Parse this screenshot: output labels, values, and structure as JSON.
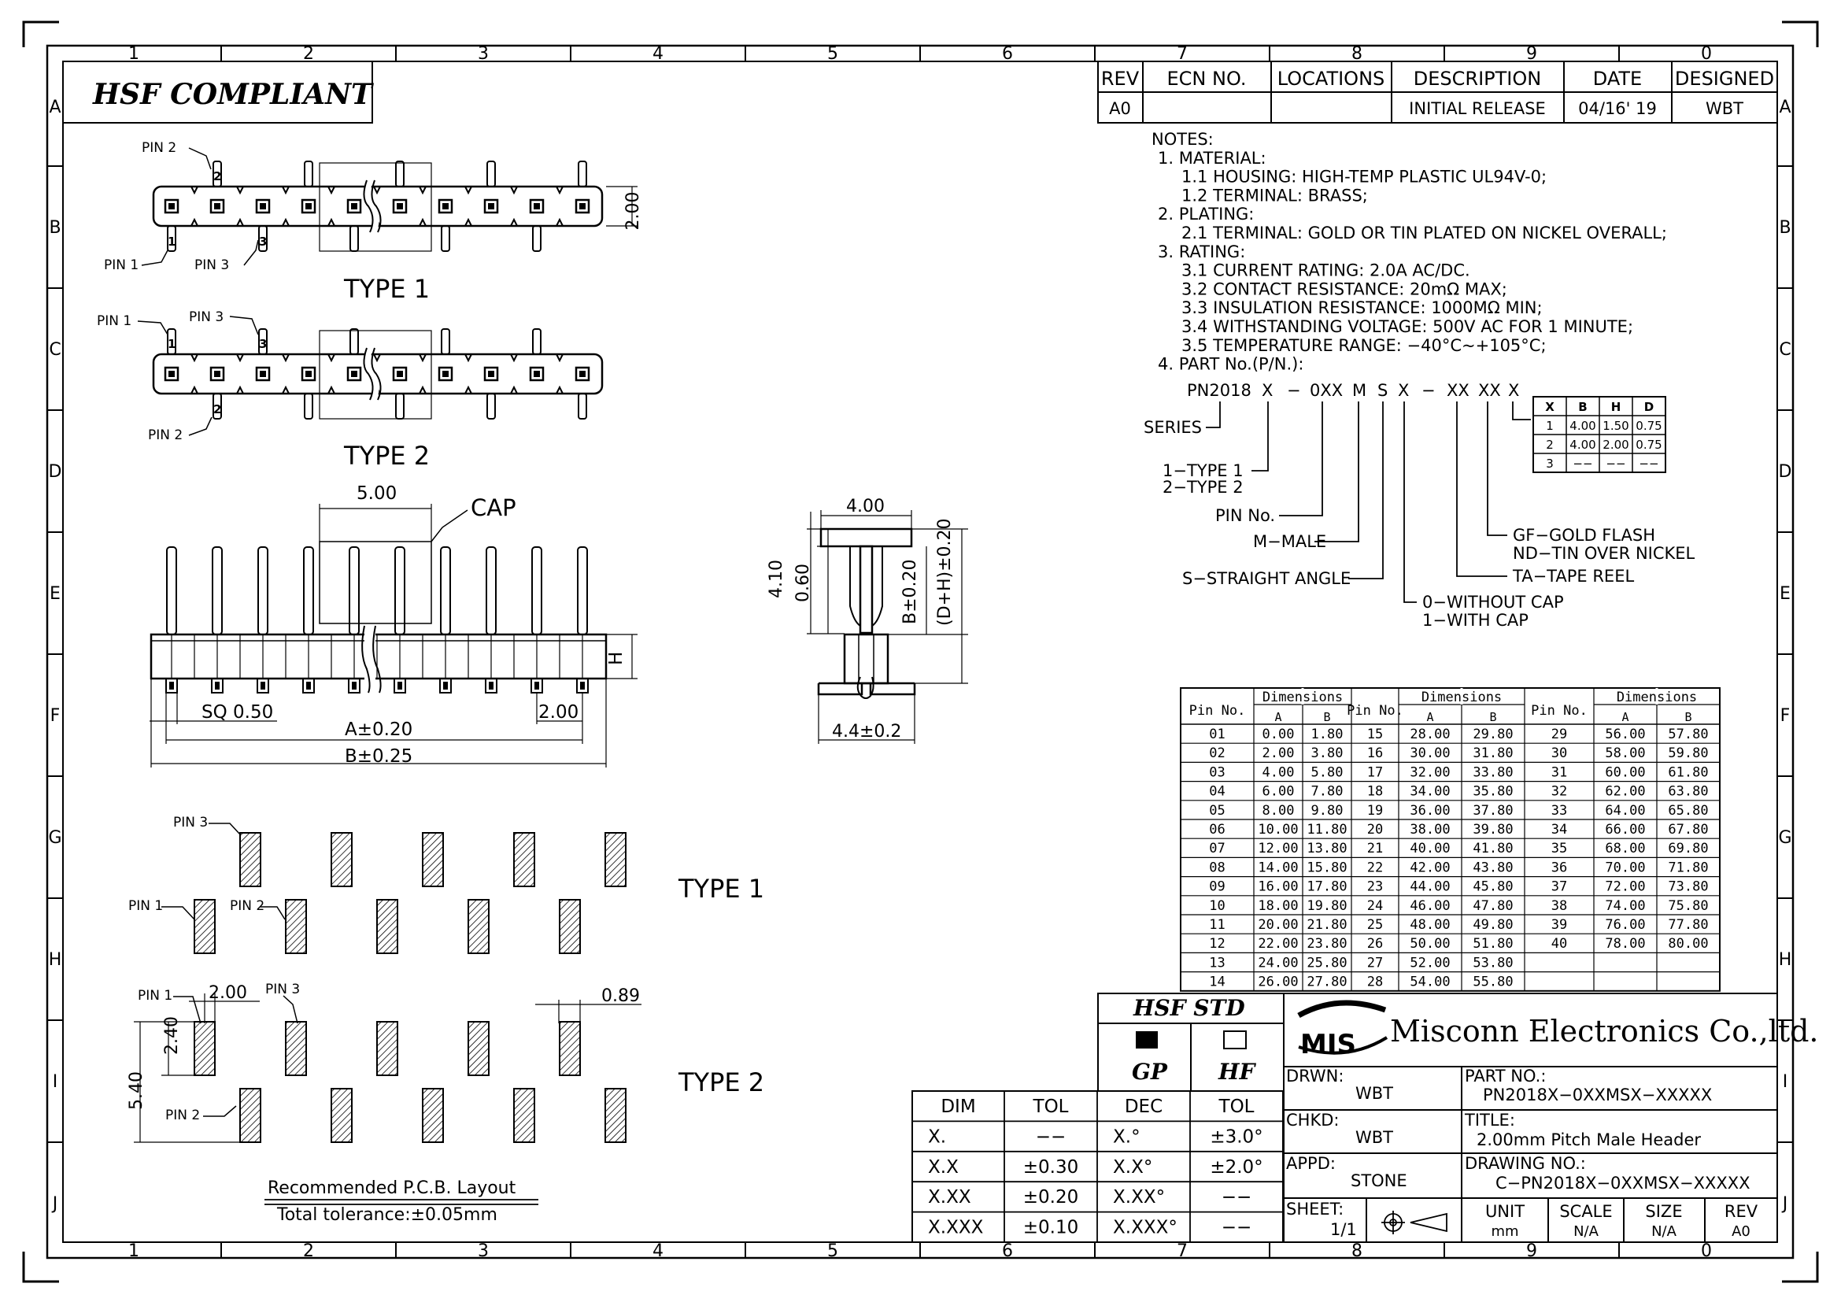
{
  "frame": {
    "columns_top": [
      "1",
      "2",
      "3",
      "4",
      "5",
      "6",
      "7",
      "8",
      "9",
      "0"
    ],
    "rows_left": [
      "A",
      "B",
      "C",
      "D",
      "E",
      "F",
      "G",
      "H",
      "I",
      "J"
    ]
  },
  "hsf_compliant": "HSF  COMPLIANT",
  "revision_table": {
    "headers": [
      "REV",
      "ECN  NO.",
      "LOCATIONS",
      "DESCRIPTION",
      "DATE",
      "DESIGNED"
    ],
    "row": [
      "A0",
      "",
      "",
      "INITIAL  RELEASE",
      "04/16' 19",
      "WBT"
    ]
  },
  "notes": [
    "NOTES:",
    "1.  MATERIAL:",
    "    1.1  HOUSING:  HIGH-TEMP  PLASTIC  UL94V-0;",
    "    1.2  TERMINAL:  BRASS;",
    "2.  PLATING:",
    "    2.1  TERMINAL:  GOLD  OR  TIN  PLATED  ON  NICKEL  OVERALL;",
    "3.  RATING:",
    "    3.1  CURRENT  RATING:  2.0A  AC/DC.",
    "    3.2  CONTACT  RESISTANCE:  20mΩ  MAX;",
    "    3.3  INSULATION  RESISTANCE:  1000MΩ  MIN;",
    "    3.4  WITHSTANDING  VOLTAGE:  500V  AC  FOR  1  MINUTE;",
    "    3.5  TEMPERATURE  RANGE:  −40°C~+105°C;",
    "4.  PART  No.(P/N.):"
  ],
  "part_number": {
    "segments": [
      "PN2018",
      "X",
      "−",
      "0XX",
      "M",
      "S",
      "X",
      "−",
      "XX",
      "XX",
      "X"
    ],
    "labels": {
      "series": "SERIES",
      "type1": "1−TYPE  1",
      "type2": "2−TYPE  2",
      "pin_no": "PIN  No.",
      "male": "M−MALE",
      "straight": "S−STRAIGHT  ANGLE",
      "without_cap": "0−WITHOUT  CAP",
      "with_cap": "1−WITH  CAP",
      "tape_reel": "TA−TAPE  REEL",
      "gold_flash": "GF−GOLD  FLASH",
      "tin_over_nickel": "ND−TIN  OVER  NICKEL"
    },
    "xbh_table": {
      "headers": [
        "X",
        "B",
        "H",
        "D"
      ],
      "rows": [
        [
          "1",
          "4.00",
          "1.50",
          "0.75"
        ],
        [
          "2",
          "4.00",
          "2.00",
          "0.75"
        ],
        [
          "3",
          "−−",
          "−−",
          "−−"
        ]
      ]
    }
  },
  "type_labels": {
    "t1": "TYPE  1",
    "t2": "TYPE  2"
  },
  "pin_labels": {
    "pin1": "PIN  1",
    "pin2": "PIN  2",
    "pin3": "PIN  3",
    "n1": "1",
    "n2": "2",
    "n3": "3"
  },
  "side_view": {
    "cap_width": "5.00",
    "cap": "CAP",
    "h": "H",
    "sq": "SQ  0.50",
    "pitch": "2.00",
    "a": "A±0.20",
    "b": "B±0.25",
    "height_200": "2.00"
  },
  "end_view": {
    "w400": "4.00",
    "h410": "4.10",
    "h060": "0.60",
    "b020": "B±0.20",
    "dh020": "(D+H)±0.20",
    "w44": "4.4±0.2"
  },
  "pcb_layout": {
    "d200": "2.00",
    "d240": "2.40",
    "d540": "5.40",
    "d089": "0.89",
    "title": "Recommended  P.C.B.  Layout",
    "tolerance": "Total  tolerance:±0.05mm"
  },
  "dimensions_table": {
    "col_pin": "Pin No.",
    "col_dims": "Dimensions",
    "col_a": "A",
    "col_b": "B",
    "rows": [
      [
        "01",
        "0.00",
        "1.80",
        "15",
        "28.00",
        "29.80",
        "29",
        "56.00",
        "57.80"
      ],
      [
        "02",
        "2.00",
        "3.80",
        "16",
        "30.00",
        "31.80",
        "30",
        "58.00",
        "59.80"
      ],
      [
        "03",
        "4.00",
        "5.80",
        "17",
        "32.00",
        "33.80",
        "31",
        "60.00",
        "61.80"
      ],
      [
        "04",
        "6.00",
        "7.80",
        "18",
        "34.00",
        "35.80",
        "32",
        "62.00",
        "63.80"
      ],
      [
        "05",
        "8.00",
        "9.80",
        "19",
        "36.00",
        "37.80",
        "33",
        "64.00",
        "65.80"
      ],
      [
        "06",
        "10.00",
        "11.80",
        "20",
        "38.00",
        "39.80",
        "34",
        "66.00",
        "67.80"
      ],
      [
        "07",
        "12.00",
        "13.80",
        "21",
        "40.00",
        "41.80",
        "35",
        "68.00",
        "69.80"
      ],
      [
        "08",
        "14.00",
        "15.80",
        "22",
        "42.00",
        "43.80",
        "36",
        "70.00",
        "71.80"
      ],
      [
        "09",
        "16.00",
        "17.80",
        "23",
        "44.00",
        "45.80",
        "37",
        "72.00",
        "73.80"
      ],
      [
        "10",
        "18.00",
        "19.80",
        "24",
        "46.00",
        "47.80",
        "38",
        "74.00",
        "75.80"
      ],
      [
        "11",
        "20.00",
        "21.80",
        "25",
        "48.00",
        "49.80",
        "39",
        "76.00",
        "77.80"
      ],
      [
        "12",
        "22.00",
        "23.80",
        "26",
        "50.00",
        "51.80",
        "40",
        "78.00",
        "80.00"
      ],
      [
        "13",
        "24.00",
        "25.80",
        "27",
        "52.00",
        "53.80",
        "",
        "",
        ""
      ],
      [
        "14",
        "26.00",
        "27.80",
        "28",
        "54.00",
        "55.80",
        "",
        "",
        ""
      ]
    ]
  },
  "tolerance_table": {
    "headers": [
      "DIM",
      "TOL",
      "DEC",
      "TOL"
    ],
    "rows": [
      [
        "X.",
        "−−",
        "X.°",
        "±3.0°"
      ],
      [
        "X.X",
        "±0.30",
        "X.X°",
        "±2.0°"
      ],
      [
        "X.XX",
        "±0.20",
        "X.XX°",
        "−−"
      ],
      [
        "X.XXX",
        "±0.10",
        "X.XXX°",
        "−−"
      ]
    ]
  },
  "hsf_std": {
    "title": "HSF  STD",
    "gp": "GP",
    "hf": "HF"
  },
  "title_block": {
    "logo": "MIS",
    "company": "Misconn Electronics Co.,ltd.",
    "drwn_label": "DRWN:",
    "drwn": "WBT",
    "chkd_label": "CHKD:",
    "chkd": "WBT",
    "appd_label": "APPD:",
    "appd": "STONE",
    "part_label": "PART  NO.:",
    "part": "PN2018X−0XXMSX−XXXXX",
    "title_label": "TITLE:",
    "title": "2.00mm  Pitch  Male  Header",
    "drawing_label": "DRAWING  NO.:",
    "drawing": "C−PN2018X−0XXMSX−XXXXX",
    "sheet_label": "SHEET:",
    "sheet": "1/1",
    "unit_label": "UNIT",
    "unit": "mm",
    "scale_label": "SCALE",
    "scale": "N/A",
    "size_label": "SIZE",
    "size": "N/A",
    "rev_label": "REV",
    "rev": "A0"
  }
}
